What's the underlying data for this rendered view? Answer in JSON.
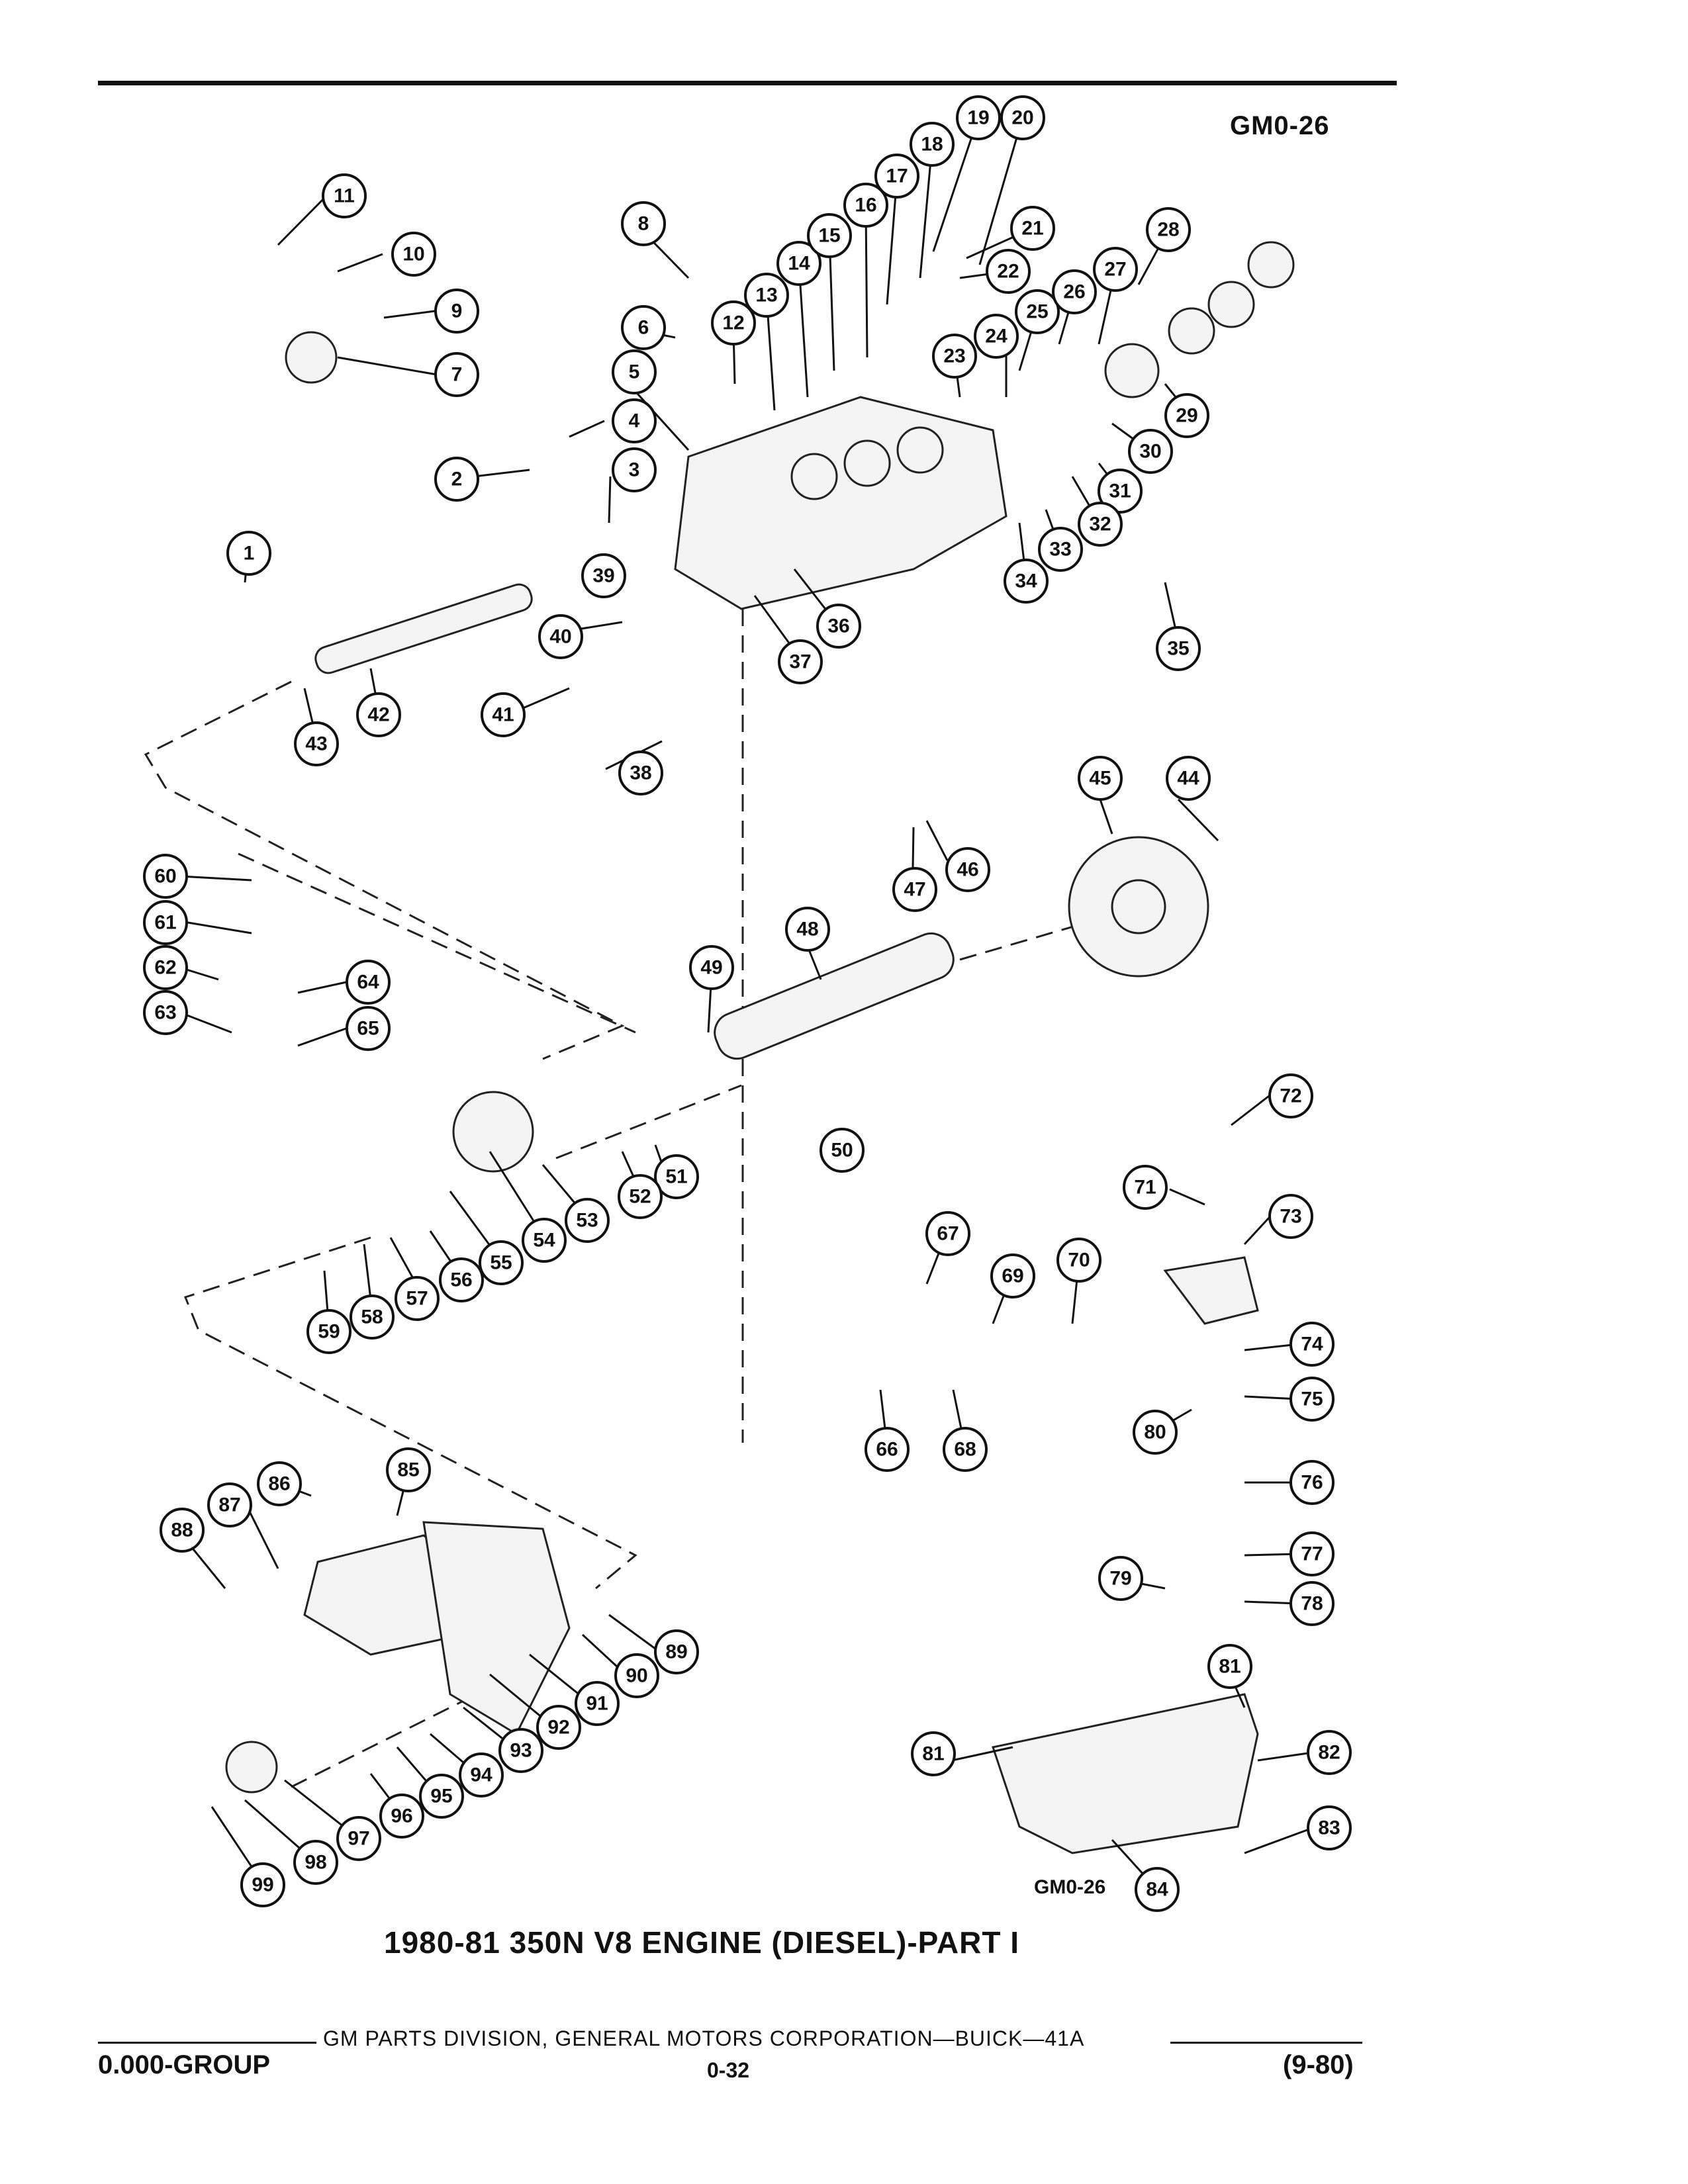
{
  "diagram": {
    "ref_code": "GM0-26",
    "ref_code_bottom": "GM0-26",
    "title": "1980-81 350N V8 ENGINE (DIESEL)-PART I"
  },
  "footer": {
    "publisher": "GM PARTS DIVISION, GENERAL MOTORS CORPORATION—BUICK—41A",
    "group": "0.000-GROUP",
    "page": "0-32",
    "date": "(9-80)"
  },
  "callouts": [
    "1",
    "2",
    "3",
    "4",
    "5",
    "6",
    "7",
    "8",
    "9",
    "10",
    "11",
    "12",
    "13",
    "14",
    "15",
    "16",
    "17",
    "18",
    "19",
    "20",
    "21",
    "22",
    "23",
    "24",
    "25",
    "26",
    "27",
    "28",
    "29",
    "30",
    "31",
    "32",
    "33",
    "34",
    "35",
    "36",
    "37",
    "38",
    "39",
    "40",
    "41",
    "42",
    "43",
    "44",
    "45",
    "46",
    "47",
    "48",
    "49",
    "50",
    "51",
    "52",
    "53",
    "54",
    "55",
    "56",
    "57",
    "58",
    "59",
    "60",
    "61",
    "62",
    "63",
    "64",
    "65",
    "66",
    "67",
    "68",
    "69",
    "70",
    "71",
    "72",
    "73",
    "74",
    "75",
    "76",
    "77",
    "78",
    "79",
    "80",
    "81",
    "82",
    "83",
    "84",
    "85",
    "86",
    "87",
    "88",
    "89",
    "90",
    "91",
    "92",
    "93",
    "94",
    "95",
    "96",
    "97",
    "98",
    "99"
  ]
}
